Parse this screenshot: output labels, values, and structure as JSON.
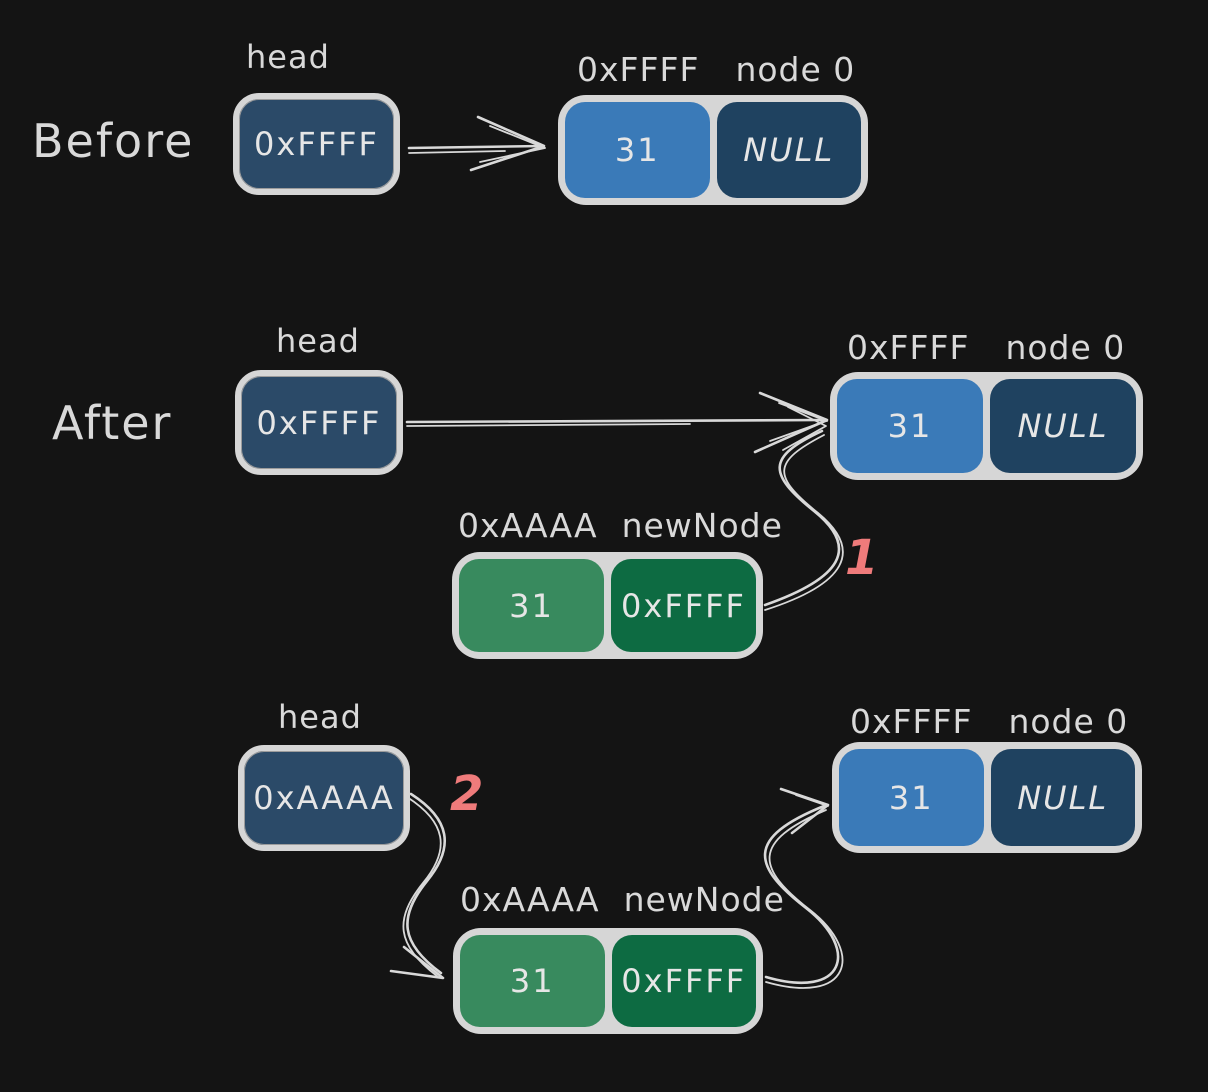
{
  "colors": {
    "background": "#141414",
    "stroke": "#d9d9d9",
    "box_border": "#d6d6d6",
    "head_fill": "#2b4a68",
    "node_data_fill": "#3a7ab8",
    "node_next_fill": "#1f4260",
    "newnode_data_fill": "#388a5e",
    "newnode_next_fill": "#0d6b42",
    "step_red": "#ef7b7b"
  },
  "sections": {
    "before": {
      "label": "Before",
      "head_label": "head",
      "head_value": "0xFFFF",
      "node_addr": "0xFFFF",
      "node_name": "node 0",
      "node_data": "31",
      "node_next": "NULL"
    },
    "after": {
      "label": "After",
      "head_label": "head",
      "head_value": "0xFFFF",
      "node_addr": "0xFFFF",
      "node_name": "node 0",
      "node_data": "31",
      "node_next": "NULL",
      "newnode_addr": "0xAAAA",
      "newnode_name": "newNode",
      "newnode_data": "31",
      "newnode_next": "0xFFFF",
      "step1": "1"
    },
    "final": {
      "head_label": "head",
      "head_value": "0xAAAA",
      "step2": "2",
      "newnode_addr": "0xAAAA",
      "newnode_name": "newNode",
      "newnode_data": "31",
      "newnode_next": "0xFFFF",
      "node_addr": "0xFFFF",
      "node_name": "node 0",
      "node_data": "31",
      "node_next": "NULL"
    }
  }
}
